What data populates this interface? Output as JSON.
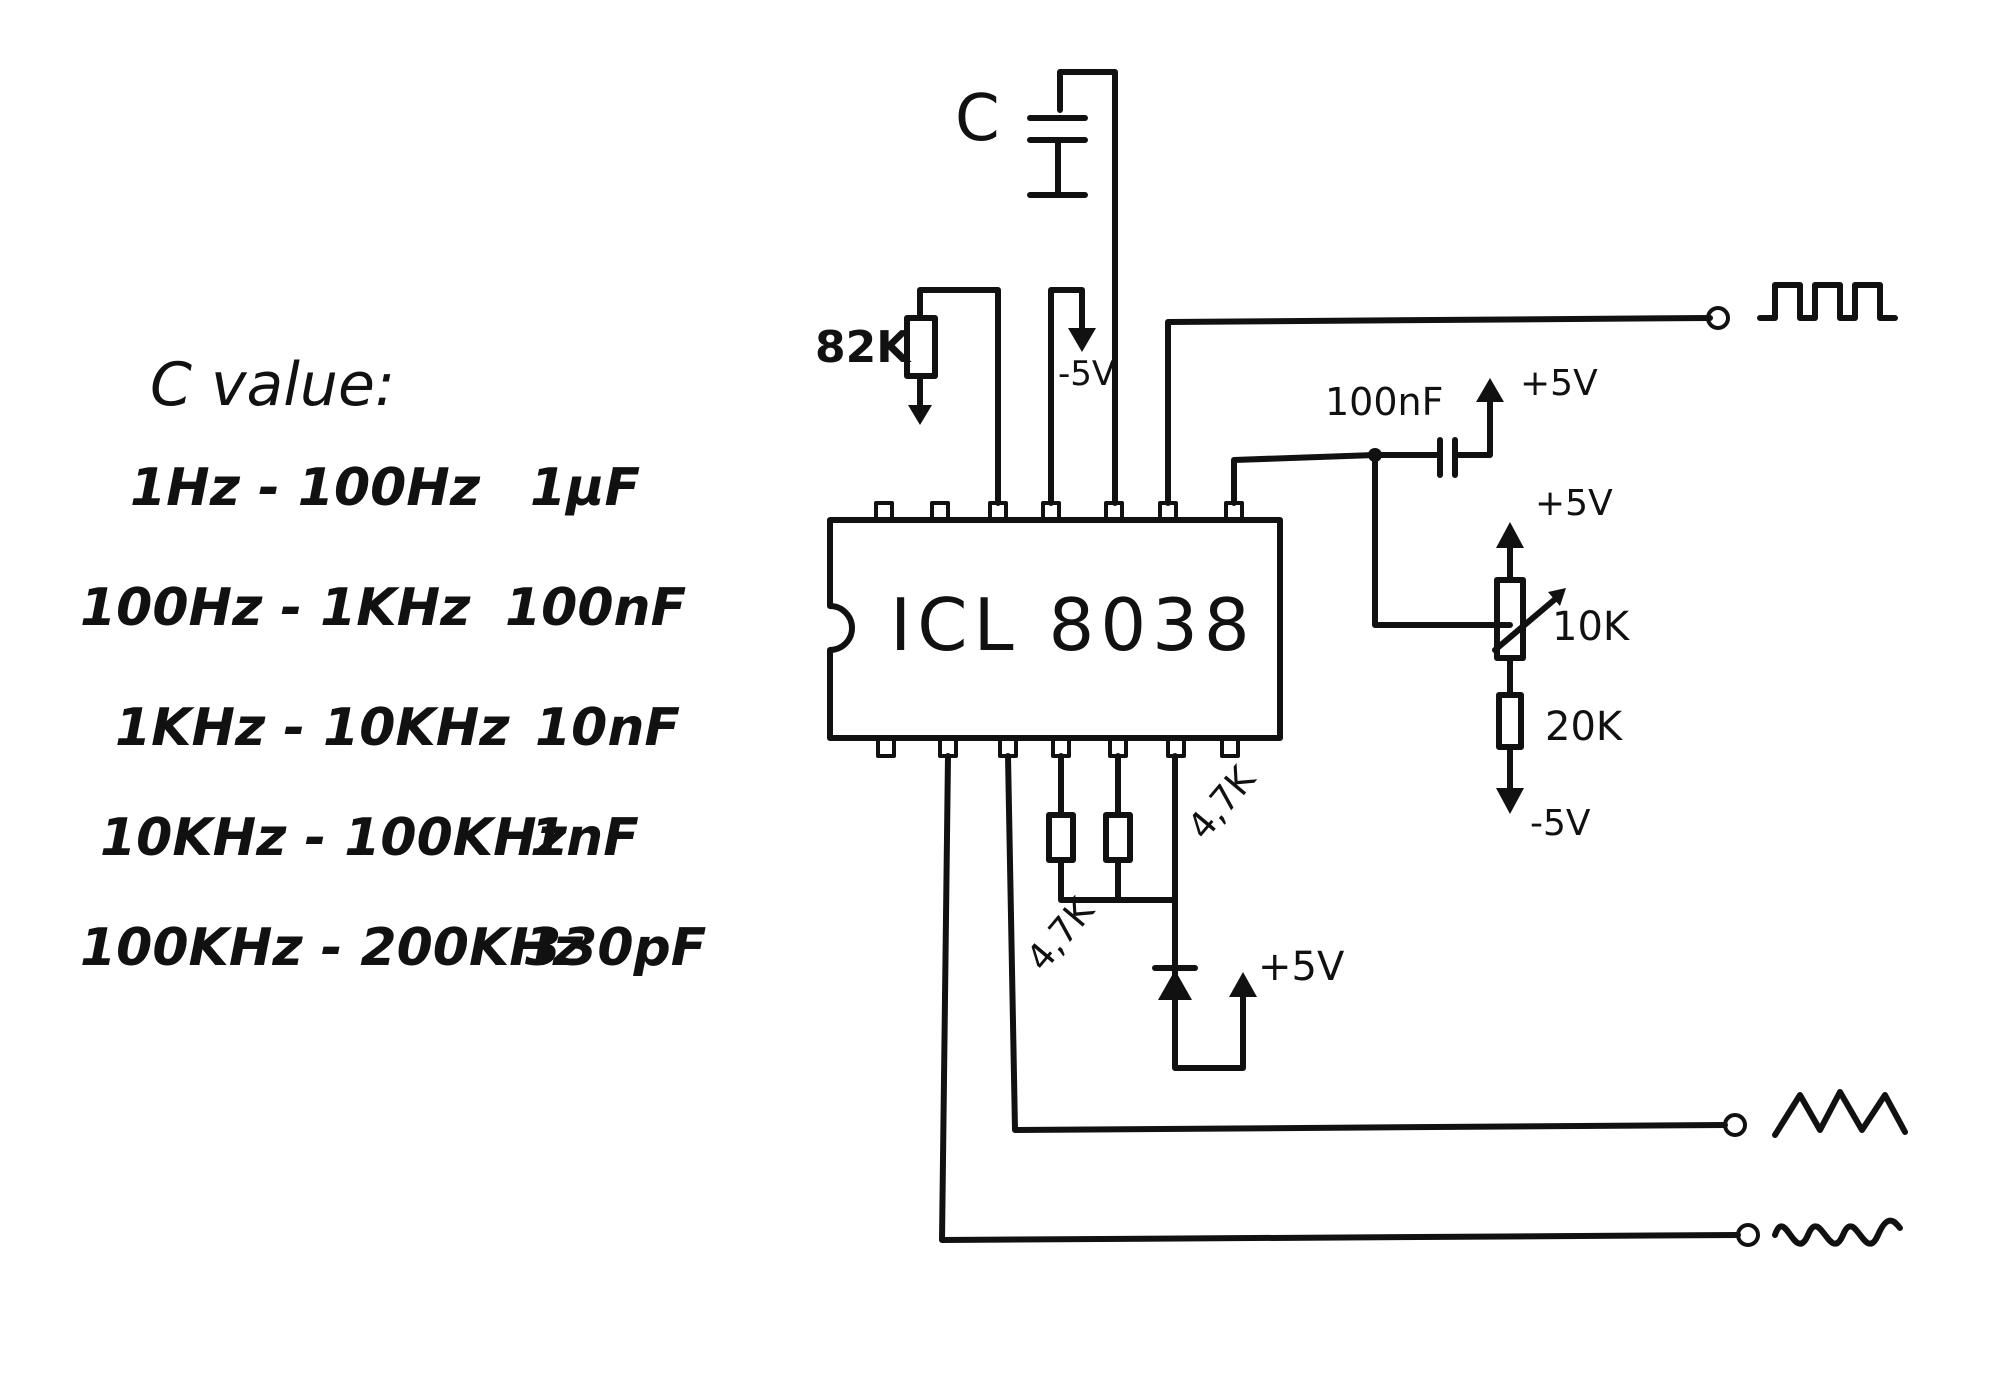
{
  "chip": {
    "name": "ICL 8038"
  },
  "table": {
    "title": "C value:",
    "rows": [
      {
        "range": "1Hz - 100Hz",
        "cap": "1µF"
      },
      {
        "range": "100Hz - 1KHz",
        "cap": "100nF"
      },
      {
        "range": "1KHz - 10KHz",
        "cap": "10nF"
      },
      {
        "range": "10KHz - 100KHz",
        "cap": "1nF"
      },
      {
        "range": "100KHz - 200KHz",
        "cap": "330pF"
      }
    ]
  },
  "labels": {
    "cap_c": "C",
    "r_82k": "82K",
    "neg5_top": "-5V",
    "cap_100nf": "100nF",
    "pos5_cap": "+5V",
    "pos5_pot": "+5V",
    "pot_10k": "10K",
    "r_20k": "20K",
    "neg5_pot": "-5V",
    "r_47k_right": "4,7K",
    "r_47k_left": "4,7K",
    "pos5_diode": "+5V"
  },
  "outputs": [
    "square-wave",
    "triangle-wave",
    "sine-wave"
  ]
}
